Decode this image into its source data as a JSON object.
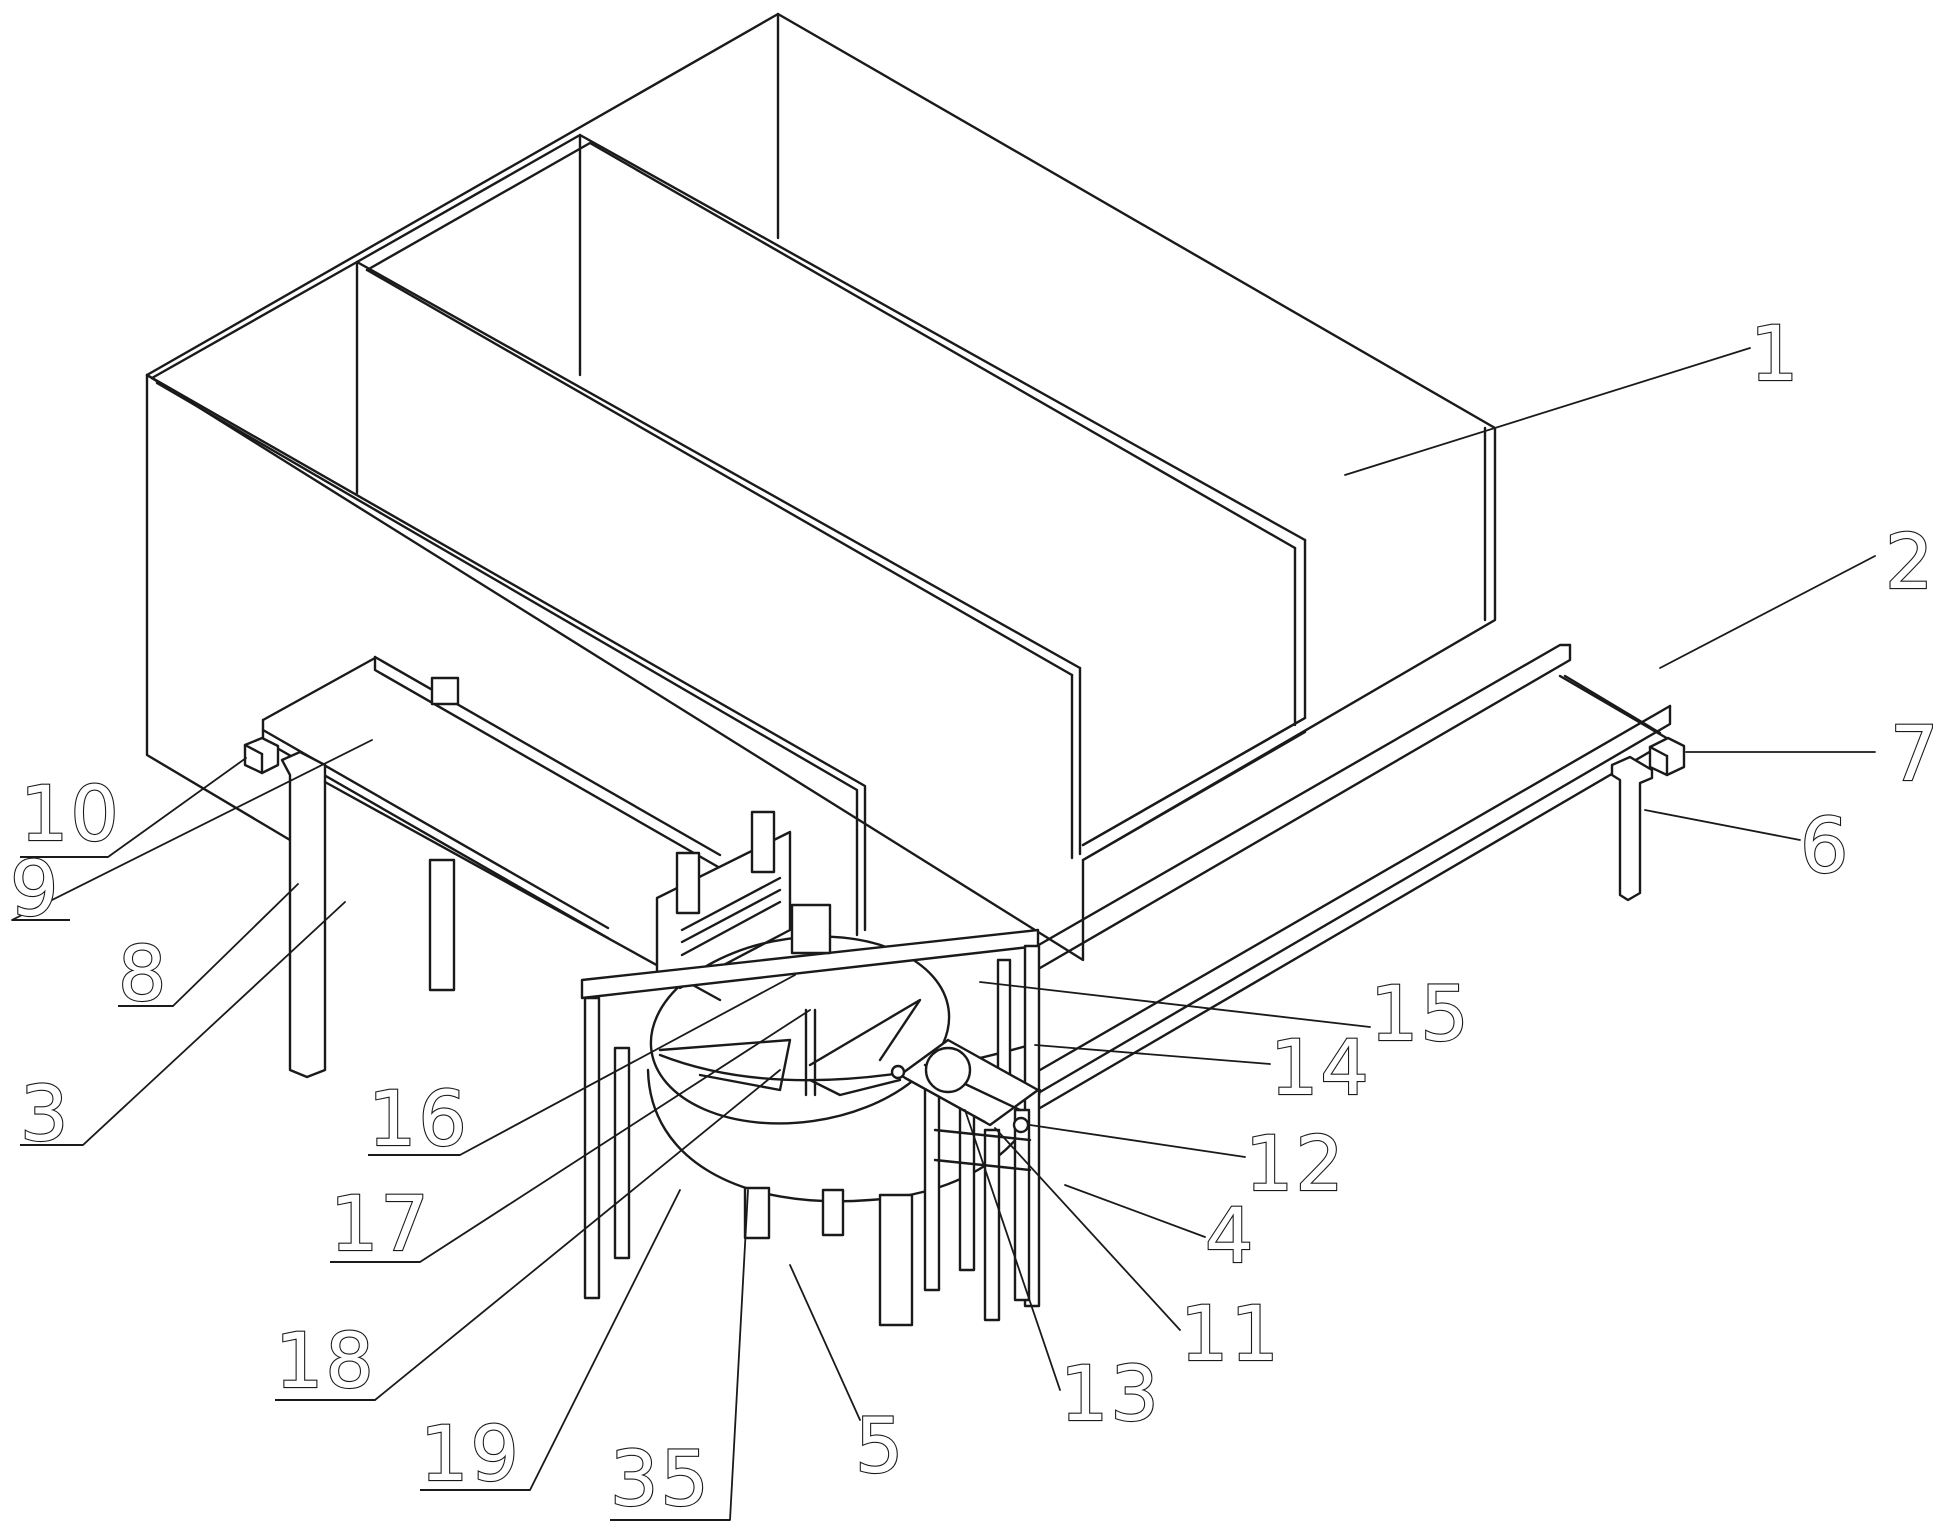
{
  "figure": {
    "labels": [
      {
        "id": "1",
        "text": "1"
      },
      {
        "id": "2",
        "text": "2"
      },
      {
        "id": "3",
        "text": "3"
      },
      {
        "id": "4",
        "text": "4"
      },
      {
        "id": "5",
        "text": "5"
      },
      {
        "id": "6",
        "text": "6"
      },
      {
        "id": "7",
        "text": "7"
      },
      {
        "id": "8",
        "text": "8"
      },
      {
        "id": "9",
        "text": "9"
      },
      {
        "id": "10",
        "text": "10"
      },
      {
        "id": "11",
        "text": "11"
      },
      {
        "id": "12",
        "text": "12"
      },
      {
        "id": "13",
        "text": "13"
      },
      {
        "id": "14",
        "text": "14"
      },
      {
        "id": "15",
        "text": "15"
      },
      {
        "id": "16",
        "text": "16"
      },
      {
        "id": "17",
        "text": "17"
      },
      {
        "id": "18",
        "text": "18"
      },
      {
        "id": "19",
        "text": "19"
      },
      {
        "id": "35",
        "text": "35"
      }
    ]
  }
}
